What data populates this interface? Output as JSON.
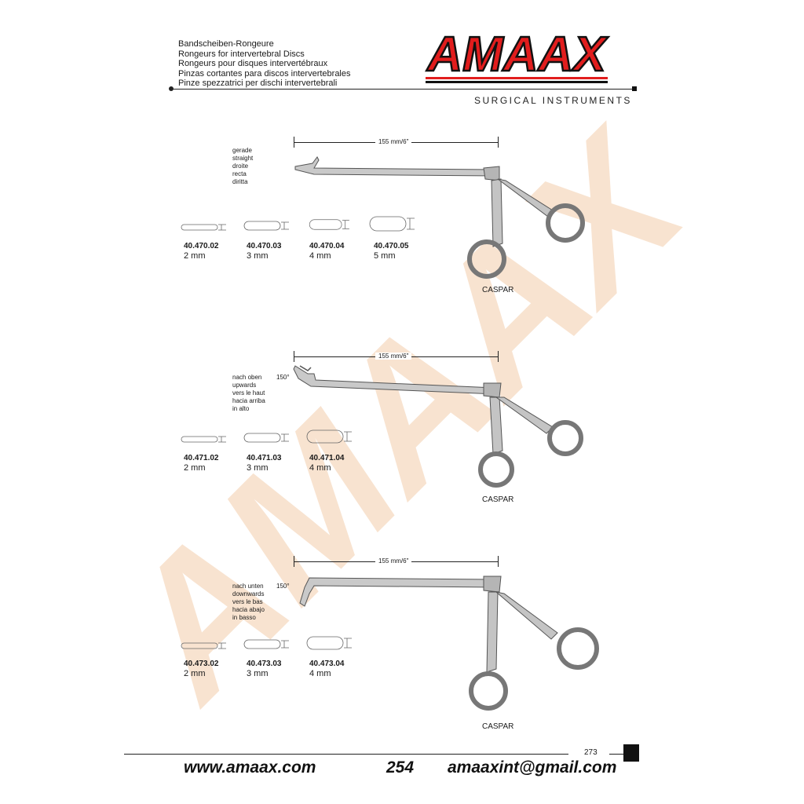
{
  "header": {
    "titles": [
      "Bandscheiben-Rongeure",
      "Rongeurs for intervertebral Discs",
      "Rongeurs pour disques intervertébraux",
      "Pinzas cortantes para discos intervertebrales",
      "Pinze spezzatrici per dischi intervertebrali"
    ],
    "logo": "AMAAX",
    "tagline": "SURGICAL INSTRUMENTS"
  },
  "watermark": "AMAAX",
  "sections": [
    {
      "dimension": "155 mm/6\"",
      "angle": "",
      "desc": [
        "gerade",
        "straight",
        "droite",
        "recta",
        "diritta"
      ],
      "variants": [
        {
          "code": "40.470.02",
          "size": "2 mm"
        },
        {
          "code": "40.470.03",
          "size": "3 mm"
        },
        {
          "code": "40.470.04",
          "size": "4 mm"
        },
        {
          "code": "40.470.05",
          "size": "5 mm"
        }
      ],
      "caspar": "CASPAR"
    },
    {
      "dimension": "155 mm/6\"",
      "angle": "150°",
      "desc": [
        "nach oben",
        "upwards",
        "vers le haut",
        "hacia arriba",
        "in alto"
      ],
      "variants": [
        {
          "code": "40.471.02",
          "size": "2 mm"
        },
        {
          "code": "40.471.03",
          "size": "3 mm"
        },
        {
          "code": "40.471.04",
          "size": "4 mm"
        }
      ],
      "caspar": "CASPAR"
    },
    {
      "dimension": "155 mm/6\"",
      "angle": "150°",
      "desc": [
        "nach unten",
        "downwards",
        "vers le bas",
        "hacia abajo",
        "in basso"
      ],
      "variants": [
        {
          "code": "40.473.02",
          "size": "2 mm"
        },
        {
          "code": "40.473.03",
          "size": "3 mm"
        },
        {
          "code": "40.473.04",
          "size": "4 mm"
        }
      ],
      "caspar": "CASPAR"
    }
  ],
  "footer": {
    "page_number": "273",
    "website": "www.amaax.com",
    "catalog_page": "254",
    "email": "amaaxint@gmail.com"
  }
}
